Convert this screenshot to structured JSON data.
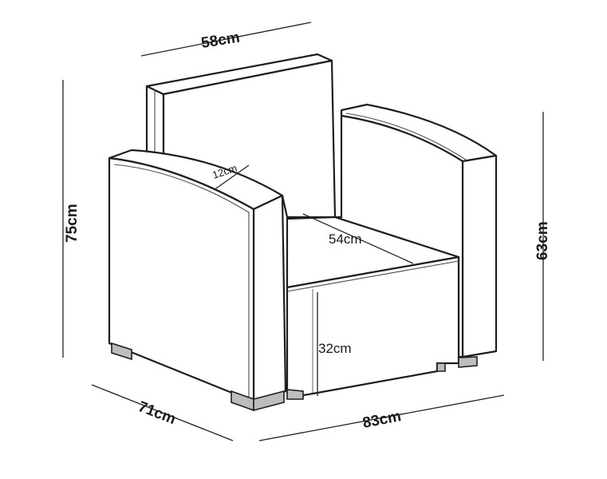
{
  "dimensions": {
    "top_width": "58cm",
    "total_height": "75cm",
    "arm_height": "63cm",
    "depth": "71cm",
    "width": "83cm",
    "arm_width": "12cm",
    "seat_depth": "54cm",
    "seat_height": "32cm"
  }
}
